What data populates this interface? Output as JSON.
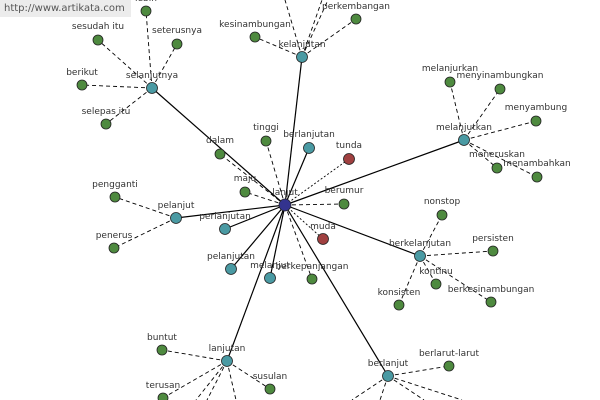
{
  "watermark": "http://www.artikata.com",
  "colors": {
    "hub": "#33338f",
    "related": "#4a9aa3",
    "synonym": "#4e8a3f",
    "antonym": "#a04040",
    "edge": "#000000"
  },
  "graph": {
    "root": "lanjut",
    "nodes": [
      {
        "id": "lanjut",
        "label": "lanjut",
        "type": "hub"
      },
      {
        "id": "selanjutnya",
        "label": "selanjutnya",
        "type": "related"
      },
      {
        "id": "kelanjutan",
        "label": "kelanjutan",
        "type": "related"
      },
      {
        "id": "melanjutkan",
        "label": "melanjutkan",
        "type": "related"
      },
      {
        "id": "pelanjut",
        "label": "pelanjut",
        "type": "related"
      },
      {
        "id": "berlanjutan",
        "label": "berlanjutan",
        "type": "related"
      },
      {
        "id": "perlanjutan",
        "label": "perlanjutan",
        "type": "related"
      },
      {
        "id": "pelanjutan",
        "label": "pelanjutan",
        "type": "related"
      },
      {
        "id": "melanjut",
        "label": "melanjut",
        "type": "related"
      },
      {
        "id": "berkelanjutan",
        "label": "berkelanjutan",
        "type": "related"
      },
      {
        "id": "lanjutan",
        "label": "lanjutan",
        "type": "related"
      },
      {
        "id": "berlanjut",
        "label": "berlanjut",
        "type": "related"
      },
      {
        "id": "tunda",
        "label": "tunda",
        "type": "antonym"
      },
      {
        "id": "muda",
        "label": "muda",
        "type": "antonym"
      },
      {
        "id": "tinggi",
        "label": "tinggi",
        "type": "synonym"
      },
      {
        "id": "dalam",
        "label": "dalam",
        "type": "synonym"
      },
      {
        "id": "maju",
        "label": "maju",
        "type": "synonym"
      },
      {
        "id": "berumur",
        "label": "berumur",
        "type": "synonym"
      },
      {
        "id": "berkepanjangan",
        "label": "berkepanjangan",
        "type": "synonym"
      },
      {
        "id": "lebih",
        "label": "lebih",
        "type": "synonym"
      },
      {
        "id": "sesudah-itu",
        "label": "sesudah itu",
        "type": "synonym"
      },
      {
        "id": "seterusnya",
        "label": "seterusnya",
        "type": "synonym"
      },
      {
        "id": "berikut",
        "label": "berikut",
        "type": "synonym"
      },
      {
        "id": "selepas-itu",
        "label": "selepas itu",
        "type": "synonym"
      },
      {
        "id": "kesinambungan",
        "label": "kesinambungan",
        "type": "synonym"
      },
      {
        "id": "perkembangan",
        "label": "perkembangan",
        "type": "synonym"
      },
      {
        "id": "melanjurkan",
        "label": "melanjurkan",
        "type": "synonym"
      },
      {
        "id": "menyinambungkan",
        "label": "menyinambungkan",
        "type": "synonym"
      },
      {
        "id": "menyambung",
        "label": "menyambung",
        "type": "synonym"
      },
      {
        "id": "meneruskan",
        "label": "meneruskan",
        "type": "synonym"
      },
      {
        "id": "menambahkan",
        "label": "menambahkan",
        "type": "synonym"
      },
      {
        "id": "pengganti",
        "label": "pengganti",
        "type": "synonym"
      },
      {
        "id": "penerus",
        "label": "penerus",
        "type": "synonym"
      },
      {
        "id": "nonstop",
        "label": "nonstop",
        "type": "synonym"
      },
      {
        "id": "persisten",
        "label": "persisten",
        "type": "synonym"
      },
      {
        "id": "kontinu",
        "label": "kontinu",
        "type": "synonym"
      },
      {
        "id": "berkesinambungan",
        "label": "berkesinambungan",
        "type": "synonym"
      },
      {
        "id": "konsisten",
        "label": "konsisten",
        "type": "synonym"
      },
      {
        "id": "buntut",
        "label": "buntut",
        "type": "synonym"
      },
      {
        "id": "terusan",
        "label": "terusan",
        "type": "synonym"
      },
      {
        "id": "susulan",
        "label": "susulan",
        "type": "synonym"
      },
      {
        "id": "berlarut-larut",
        "label": "berlarut-larut",
        "type": "synonym"
      }
    ],
    "edges": [
      {
        "from": "lanjut",
        "to": "selanjutnya",
        "style": "solid"
      },
      {
        "from": "lanjut",
        "to": "kelanjutan",
        "style": "solid"
      },
      {
        "from": "lanjut",
        "to": "melanjutkan",
        "style": "solid"
      },
      {
        "from": "lanjut",
        "to": "pelanjut",
        "style": "solid"
      },
      {
        "from": "lanjut",
        "to": "berkelanjutan",
        "style": "solid"
      },
      {
        "from": "lanjut",
        "to": "lanjutan",
        "style": "solid"
      },
      {
        "from": "lanjut",
        "to": "berlanjut",
        "style": "solid"
      },
      {
        "from": "lanjut",
        "to": "berlanjutan",
        "style": "solid"
      },
      {
        "from": "lanjut",
        "to": "perlanjutan",
        "style": "solid"
      },
      {
        "from": "lanjut",
        "to": "pelanjutan",
        "style": "solid"
      },
      {
        "from": "lanjut",
        "to": "melanjut",
        "style": "solid"
      },
      {
        "from": "lanjut",
        "to": "tunda",
        "style": "dotted"
      },
      {
        "from": "lanjut",
        "to": "muda",
        "style": "dotted"
      },
      {
        "from": "lanjut",
        "to": "tinggi",
        "style": "dashed"
      },
      {
        "from": "lanjut",
        "to": "dalam",
        "style": "dashed"
      },
      {
        "from": "lanjut",
        "to": "maju",
        "style": "dashed"
      },
      {
        "from": "lanjut",
        "to": "berumur",
        "style": "dashed"
      },
      {
        "from": "lanjut",
        "to": "berkepanjangan",
        "style": "dashed"
      },
      {
        "from": "selanjutnya",
        "to": "lebih",
        "style": "dashed"
      },
      {
        "from": "selanjutnya",
        "to": "sesudah-itu",
        "style": "dashed"
      },
      {
        "from": "selanjutnya",
        "to": "seterusnya",
        "style": "dashed"
      },
      {
        "from": "selanjutnya",
        "to": "berikut",
        "style": "dashed"
      },
      {
        "from": "selanjutnya",
        "to": "selepas-itu",
        "style": "dashed"
      },
      {
        "from": "kelanjutan",
        "to": "kesinambungan",
        "style": "dashed"
      },
      {
        "from": "kelanjutan",
        "to": "perkembangan",
        "style": "dashed"
      },
      {
        "from": "melanjutkan",
        "to": "melanjurkan",
        "style": "dashed"
      },
      {
        "from": "melanjutkan",
        "to": "menyinambungkan",
        "style": "dashed"
      },
      {
        "from": "melanjutkan",
        "to": "menyambung",
        "style": "dashed"
      },
      {
        "from": "melanjutkan",
        "to": "meneruskan",
        "style": "dashed"
      },
      {
        "from": "melanjutkan",
        "to": "menambahkan",
        "style": "dashed"
      },
      {
        "from": "pelanjut",
        "to": "pengganti",
        "style": "dashed"
      },
      {
        "from": "pelanjut",
        "to": "penerus",
        "style": "dashed"
      },
      {
        "from": "berkelanjutan",
        "to": "nonstop",
        "style": "dashed"
      },
      {
        "from": "berkelanjutan",
        "to": "persisten",
        "style": "dashed"
      },
      {
        "from": "berkelanjutan",
        "to": "kontinu",
        "style": "dashed"
      },
      {
        "from": "berkelanjutan",
        "to": "berkesinambungan",
        "style": "dashed"
      },
      {
        "from": "berkelanjutan",
        "to": "konsisten",
        "style": "dashed"
      },
      {
        "from": "lanjutan",
        "to": "buntut",
        "style": "dashed"
      },
      {
        "from": "lanjutan",
        "to": "terusan",
        "style": "dashed"
      },
      {
        "from": "lanjutan",
        "to": "susulan",
        "style": "dashed"
      },
      {
        "from": "berlanjut",
        "to": "berlarut-larut",
        "style": "dashed"
      }
    ]
  }
}
